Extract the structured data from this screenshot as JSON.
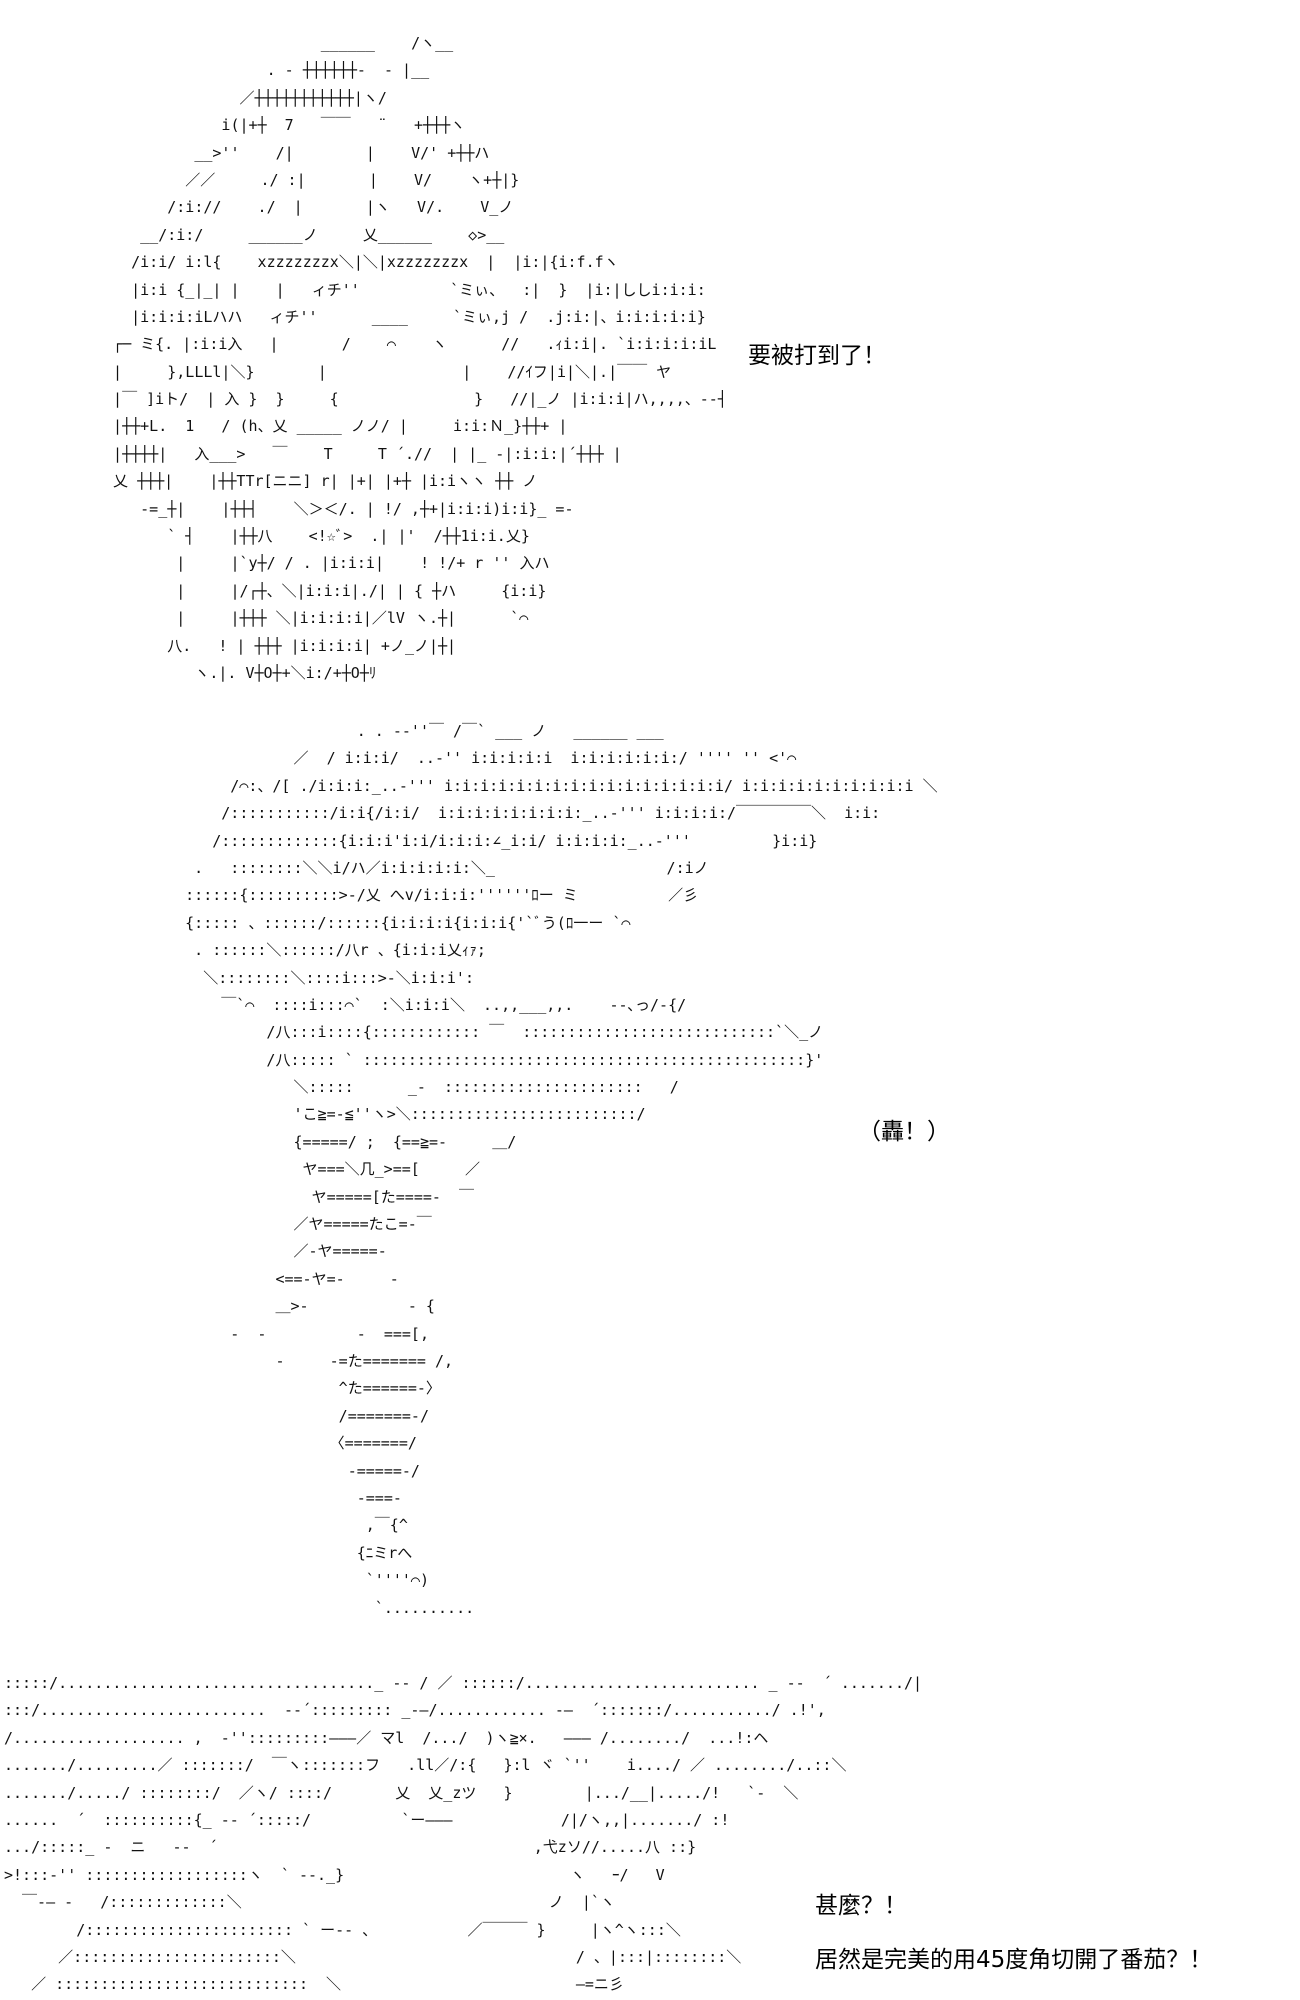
{
  "dialogue": {
    "panel1": "要被打到了！",
    "panel2": "（轟！）",
    "panel3_line1": "甚麼？！",
    "panel3_line2": "居然是完美的用45度角切開了番茄？！"
  },
  "art": {
    "panel1": [
      "                         ______    /ヽ__",
      "                   . - ┼┼┼┼┼┼-  ‐ |__",
      "                ／┼┼┼┼┼┼┼┼┼┼┼|ヽ/",
      "              i(|+┼  7   ￣￣   ¨   +┼┼┼ヽ",
      "           __>''    /|        |    V/' +┼┼ハ",
      "          ／／     ./ :|       |    V/    ヽ+┼|}",
      "        /:i://    ./  |       |ヽ   V/.    V_ノ",
      "     __/:i:/     ______ノ     乂______    ◇>__",
      "    /i:i/ i:l{    xzzzzzzzx＼|＼|xzzzzzzzx  |  |i:|{i:f.fヽ",
      "    |i:i {_|_| |    |   ィチ''          `ミぃ、  :|  }  |i:|ししi:i:i:",
      "    |i:i:i:iLハハ   ィチ''      ____     `ミぃ,j /  .j:i:|、i:i:i:i:i}",
      "  ┌─ ミ{. |:i:i入   |       /    ⌒    ヽ      //   .ｨi:i|. `i:i:i:i:iL",
      "  |     },LLLl|＼}       |               |    //ｲフ|i|＼|.|￣￣ ヤ",
      "  |￣ ]iト/  | 入 }  }     {               }   //|_ノ |i:i:i|ハ,,,,、--┤",
      "  |┼┼+L.  1   / (h、乂 _____ ノノ/ |     i:i:Ｎ_}┼┼+ |",
      "  |┼┼┼┼|   入___>   ￣    T     T ´.//  | |_ -|:i:i:|´┼┼┼ |",
      "  乂 ┼┼┼|    |┼┼TTr[ニニ] r| |+| |+┼ |i:iヽヽ ┼┼ ノ",
      "     -=_┼|    |┼┼┤    ＼＞＜/. | !/ ,┼+|i:i:i)i:i}_ =-",
      "        ` ┤    |┼┼八    <!☆ﾞ>  .| |'  /┼┼1i:i.乂}",
      "         |     |`y┼/ / . |i:i:i|    ! !/+ r '' 入ハ",
      "         |     |/┌┼、＼|i:i:i|./| | { ┼ハ     {i:i}",
      "         |     |┼┼┼ ＼|i:i:i:i|／lV ヽ.┼|      `⌒",
      "        八.   ! | ┼┼┼ |i:i:i:i| +ノ_ノ|┼|",
      "           ヽ.|. V┼O┼+＼i:/+┼O┼ﾘ"
    ],
    "panel2": [
      "                        . . -‐''￣ /￣` ___ ノ   ______ ___",
      "                 ／  / i:i:i/  ..-'' i:i:i:i:i  i:i:i:i:i:i:/ '''' '' <'⌒",
      "          /⌒:、/[ ./i:i:i:_..-''' i:i:i:i:i:i:i:i:i:i:i:i:i:i:i:i/ i:i:i:i:i:i:i:i:i:i ＼",
      "         /:::::::::::/i:i{/i:i/  i:i:i:i:i:i:i:i:_..-''' i:i:i:i:/￣￣￣￣￣＼  i:i:",
      "        /:::::::::::::{i:i:i'i:i/i:i:i:∠_i:i/ i:i:i:i:_..-'''         }i:i}",
      "      .   ::::::::＼＼i/ハ／i:i:i:i:i:＼_                   /:iノ",
      "     ::::::{::::::::::>-/乂 へv/i:i:i:''''''ﾛー ミ          ／彡",
      "     {::::: 、::::::/::::::{i:i:i:i{i:i:i{'`ﾞう(ﾛ一ー `⌒",
      "      . ::::::＼::::::/八r 、{i:i:i乂ｨｧ;",
      "       ＼::::::::＼::::i:::>-＼i:i:i':",
      "         ￣`⌒  ::::i:::⌒`  :＼i:i:i＼  ..,,___,,.    --､っ/-{/",
      "              /八:::i::::{:::::::::::: ￣  ::::::::::::::::::::::::::::`＼_ノ",
      "              /八::::: ` :::::::::::::::::::::::::::::::::::::::::::::::::}'",
      "                 ＼:::::      _-  ::::::::::::::::::::::   /",
      "                 'こ≧=-≦''ヽ>＼:::::::::::::::::::::::::/",
      "                 {=====/ ;  {==≧=-     ＿/",
      "                  ヤ===＼几_>==[     ／",
      "                   ヤ=====[た====-  ￣",
      "                 ／ヤ=====たこ=-￣",
      "                 ／-ヤ=====-",
      "               <==-ヤ=-     -",
      "               ＿>-           - {",
      "          -  -          -  ===[,",
      "               -     -=た======= /,",
      "                      ^た======-〉",
      "                      /=======-/",
      "                     〈=======/",
      "                       -=====-/",
      "                        -===-",
      "                         ,￣{^",
      "                        {ﾆミrへ",
      "                         `''''⌒)",
      "                          `.........."
    ],
    "panel3": [
      ":::::/..................................._ -‐ / ／ ::::::/.......................... _ -‐  ´ ......./|",
      ":::/.........................  -‐´::::::::: _-―/............ ‐―  ´:::::::/.........../ .!',",
      "/................... ,  -'':::::::::―――／ マl  /.../  )ヽ≧×.   ――― /......../  ...!:ヘ",
      "......./.........／ :::::::/  ￣ヽ:::::::フ   .ll／/:{   }:l ヾ `''    i..../ ／ ......../..::＼",
      "......./...../ ::::::::/  ／ヽ/ ::::/       乂  乂_zツ   }        |.../__|...../!   `-  ＼",
      "......  ´  ::::::::::{_ -‐ ´:::::/          `ー―――            /|/ヽ,,|......./ :!",
      ".../:::::_ -  ニ   -‐  ´                                   ,弋zソ//.....八 ::}",
      ">!:::-'' ::::::::::::::::::ヽ  ` ‐-._}                         ヽ   ｰ/   V",
      "  ￣-― -   /:::::::::::::＼                                  ノ  |`ヽ",
      "        /::::::::::::::::::::::: ` ー‐- 、          ／￣￣￣ }     |ヽ^ヽ:::＼",
      "      ／:::::::::::::::::::::::＼                               / 、|:::|::::::::＼",
      "   ／ ::::::::::::::::::::::::::::  ＼                          ―=ニ彡"
    ]
  }
}
